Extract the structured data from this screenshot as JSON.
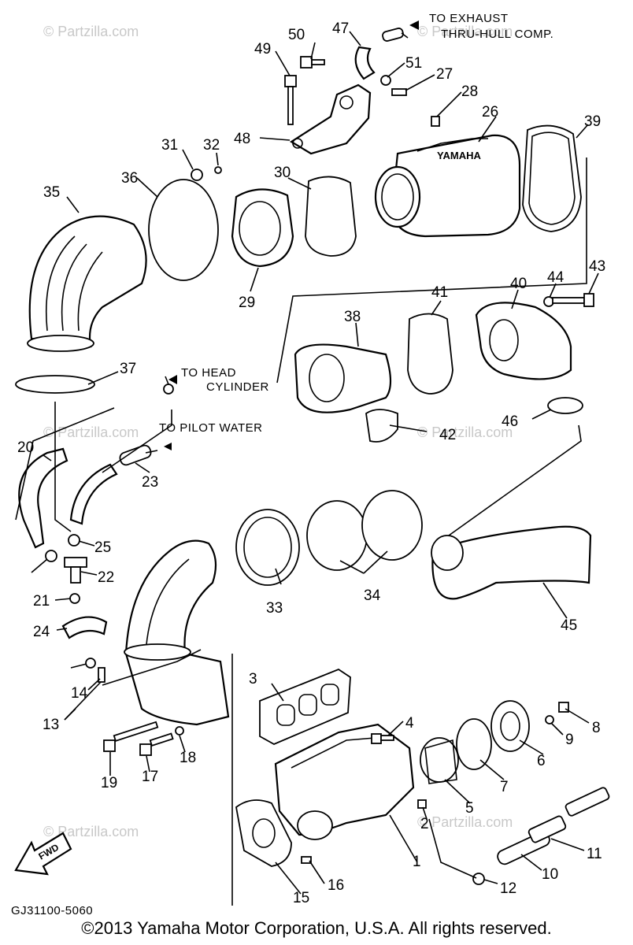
{
  "callouts": [
    "1",
    "2",
    "3",
    "4",
    "5",
    "6",
    "7",
    "8",
    "9",
    "10",
    "11",
    "12",
    "13",
    "14",
    "15",
    "16",
    "17",
    "18",
    "19",
    "20",
    "21",
    "22",
    "23",
    "24",
    "25",
    "26",
    "27",
    "28",
    "29",
    "30",
    "31",
    "32",
    "33",
    "34",
    "35",
    "36",
    "37",
    "38",
    "39",
    "40",
    "41",
    "42",
    "43",
    "44",
    "45",
    "46",
    "47",
    "48",
    "49",
    "50",
    "51"
  ],
  "notes": {
    "exhaust_line1": "TO EXHAUST",
    "exhaust_line2": "THRU-HULL COMP.",
    "head_line1": "TO HEAD",
    "head_line2": "CYLINDER",
    "pilot": "TO PILOT WATER",
    "fwd": "FWD"
  },
  "watermark": "© Partzilla.com",
  "diagram_code": "GJ31100-5060",
  "copyright": "©2013  Yamaha Motor Corporation, U.S.A. All rights reserved."
}
